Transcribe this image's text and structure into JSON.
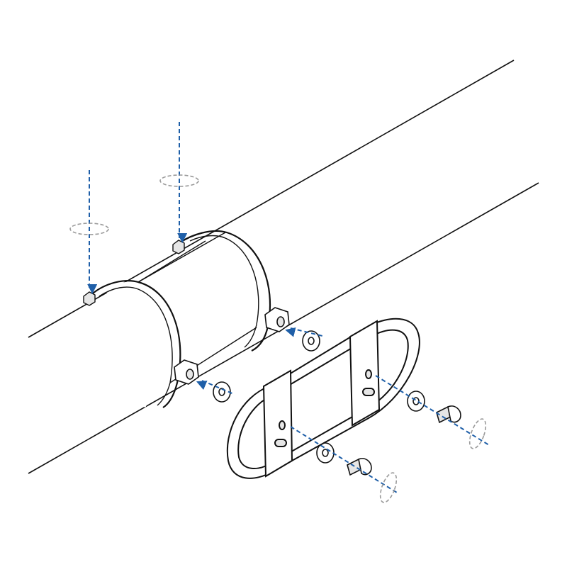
{
  "diagram": {
    "kind": "assembly-instruction",
    "colors": {
      "outline": "#111111",
      "fill": "#ffffff",
      "part_shade": "#e6e6e6",
      "insertion_arrow": "#1f5fa8",
      "rotation_hint": "#9a9a9a"
    },
    "parts": [
      "pipe",
      "pipe-clamp",
      "pipe-clamp",
      "clamp-nut",
      "clamp-nut",
      "washer",
      "washer",
      "washer",
      "washer",
      "u-bracket",
      "bolt",
      "bolt"
    ],
    "symbols": [
      "insertion-arrow",
      "insertion-arrow",
      "rotation-arrow",
      "rotation-arrow",
      "rotation-arrow",
      "rotation-arrow"
    ]
  }
}
